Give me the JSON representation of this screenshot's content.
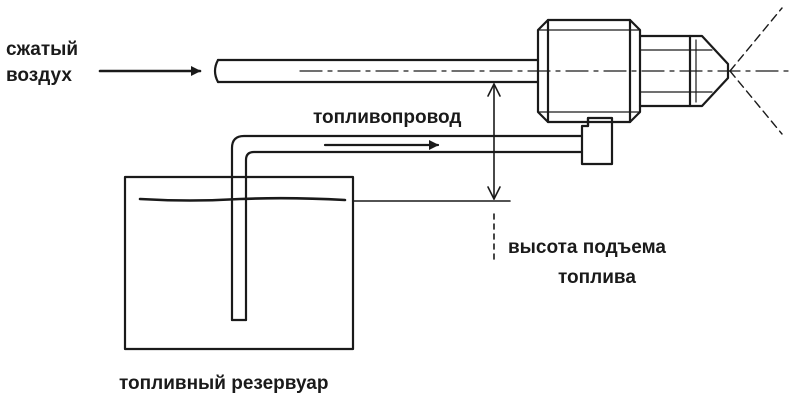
{
  "labels": {
    "compressed_air_line1": "сжатый",
    "compressed_air_line2": "воздух",
    "fuel_line": "топливопровод",
    "lift_height_line1": "высота подъема",
    "lift_height_line2": "топлива",
    "fuel_tank": "топливный резервуар"
  },
  "colors": {
    "stroke": "#1a1a1a",
    "background": "#ffffff"
  }
}
